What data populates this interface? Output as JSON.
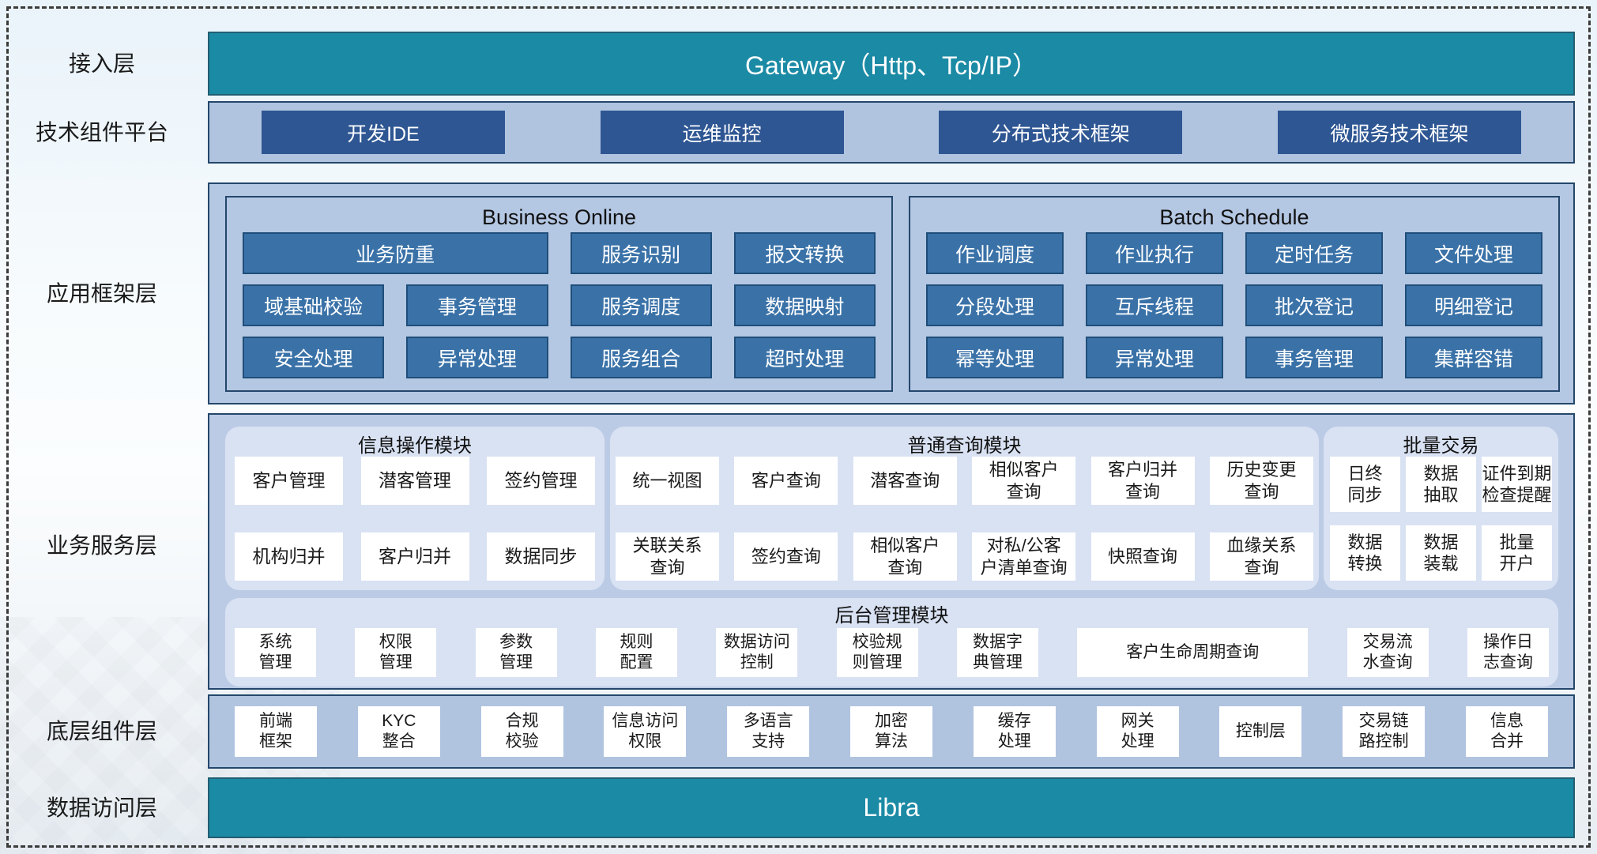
{
  "layers": {
    "access": {
      "label": "接入层",
      "gateway": "Gateway（Http、Tcp/IP）"
    },
    "tech": {
      "label": "技术组件平台",
      "items": [
        "开发IDE",
        "运维监控",
        "分布式技术框架",
        "微服务技术框架"
      ]
    },
    "framework": {
      "label": "应用框架层",
      "business_online": {
        "title": "Business Online",
        "rows": [
          [
            "业务防重",
            "服务识别",
            "报文转换"
          ],
          [
            "域基础校验",
            "事务管理",
            "服务调度",
            "数据映射"
          ],
          [
            "安全处理",
            "异常处理",
            "服务组合",
            "超时处理"
          ]
        ]
      },
      "batch_schedule": {
        "title": "Batch Schedule",
        "rows": [
          [
            "作业调度",
            "作业执行",
            "定时任务",
            "文件处理"
          ],
          [
            "分段处理",
            "互斥线程",
            "批次登记",
            "明细登记"
          ],
          [
            "幂等处理",
            "异常处理",
            "事务管理",
            "集群容错"
          ]
        ]
      }
    },
    "service": {
      "label": "业务服务层",
      "info_module": {
        "title": "信息操作模块",
        "rows": [
          [
            "客户管理",
            "潜客管理",
            "签约管理"
          ],
          [
            "机构归并",
            "客户归并",
            "数据同步"
          ]
        ]
      },
      "query_module": {
        "title": "普通查询模块",
        "rows": [
          [
            "统一视图",
            "客户查询",
            "潜客查询",
            "相似客户\n查询",
            "客户归并\n查询",
            "历史变更\n查询"
          ],
          [
            "关联关系\n查询",
            "签约查询",
            "相似客户\n查询",
            "对私/公客\n户清单查询",
            "快照查询",
            "血缘关系\n查询"
          ]
        ]
      },
      "batch_module": {
        "title": "批量交易",
        "rows": [
          [
            "日终\n同步",
            "数据\n抽取",
            "证件到期\n检查提醒"
          ],
          [
            "数据\n转换",
            "数据\n装载",
            "批量\n开户"
          ]
        ]
      },
      "admin_module": {
        "title": "后台管理模块",
        "items": [
          "系统\n管理",
          "权限\n管理",
          "参数\n管理",
          "规则\n配置",
          "数据访问\n控制",
          "校验规\n则管理",
          "数据字\n典管理",
          "客户生命周期查询",
          "交易流\n水查询",
          "操作日\n志查询"
        ]
      }
    },
    "base": {
      "label": "底层组件层",
      "items": [
        "前端\n框架",
        "KYC\n整合",
        "合规\n校验",
        "信息访问\n权限",
        "多语言\n支持",
        "加密\n算法",
        "缓存\n处理",
        "网关\n处理",
        "控制层",
        "交易链\n路控制",
        "信息\n合并"
      ]
    },
    "data_access": {
      "label": "数据访问层",
      "libra": "Libra"
    }
  },
  "colors": {
    "teal_bar": "#1b8aa5",
    "teal_border": "#235e72",
    "navy_border": "#24476b",
    "dark_blue_box": "#2e5693",
    "medium_blue_box": "#3a72a8",
    "medium_blue_border": "#1f4e79",
    "steel_panel": "#b0c4e0",
    "framework_panel": "#b4c7e3",
    "service_panel": "#bccbe5",
    "rounded_panel": "#d9e2f3",
    "white_box": "#ffffff",
    "page_background": "#eef5fa"
  }
}
